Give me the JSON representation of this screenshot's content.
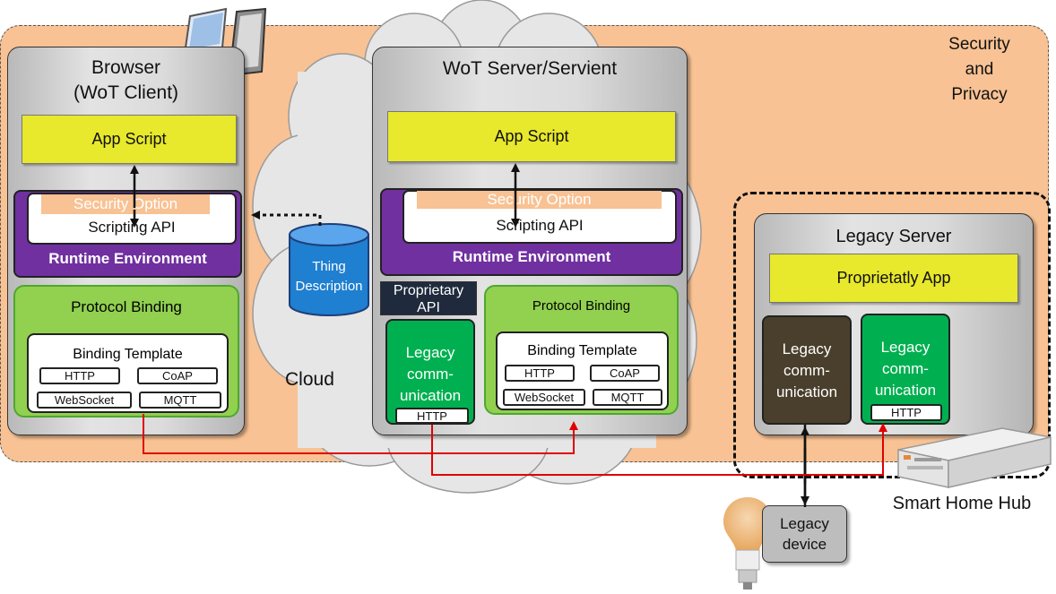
{
  "security_zone": {
    "label_1": "Security",
    "label_2": "and",
    "label_3": "Privacy"
  },
  "browser": {
    "title_1": "Browser",
    "title_2": "(WoT Client)",
    "app_script": "App Script",
    "security_option": "Security Option",
    "scripting_api": "Scripting API",
    "runtime_env": "Runtime Environment",
    "protocol_binding": "Protocol Binding",
    "binding_template": "Binding Template",
    "protocols": [
      "HTTP",
      "CoAP",
      "WebSocket",
      "MQTT"
    ]
  },
  "cloud": {
    "label": "Cloud"
  },
  "thing_description": {
    "line_1": "Thing",
    "line_2": "Description"
  },
  "wot_server": {
    "title": "WoT Server/Servient",
    "app_script": "App Script",
    "security_option": "Security Option",
    "scripting_api": "Scripting API",
    "runtime_env": "Runtime Environment",
    "proprietary_api_1": "Proprietary",
    "proprietary_api_2": "API",
    "legacy_1": "Legacy",
    "legacy_2": "comm-",
    "legacy_3": "unication",
    "legacy_http": "HTTP",
    "protocol_binding": "Protocol Binding",
    "binding_template": "Binding Template",
    "protocols": [
      "HTTP",
      "CoAP",
      "WebSocket",
      "MQTT"
    ]
  },
  "legacy_server": {
    "title": "Legacy Server",
    "app": "Proprietatly App",
    "legacy_1": "Legacy",
    "legacy_2": "comm-",
    "legacy_3": "unication",
    "legacy_http": "HTTP"
  },
  "hub": {
    "label": "Smart Home Hub"
  },
  "legacy_device": {
    "line_1": "Legacy",
    "line_2": "device"
  },
  "colors": {
    "zone": "#f8c294",
    "runtime": "#7030a0",
    "binding": "#92d050",
    "legacy": "#00b050",
    "script": "#e8e82c",
    "link": "#e00000"
  }
}
